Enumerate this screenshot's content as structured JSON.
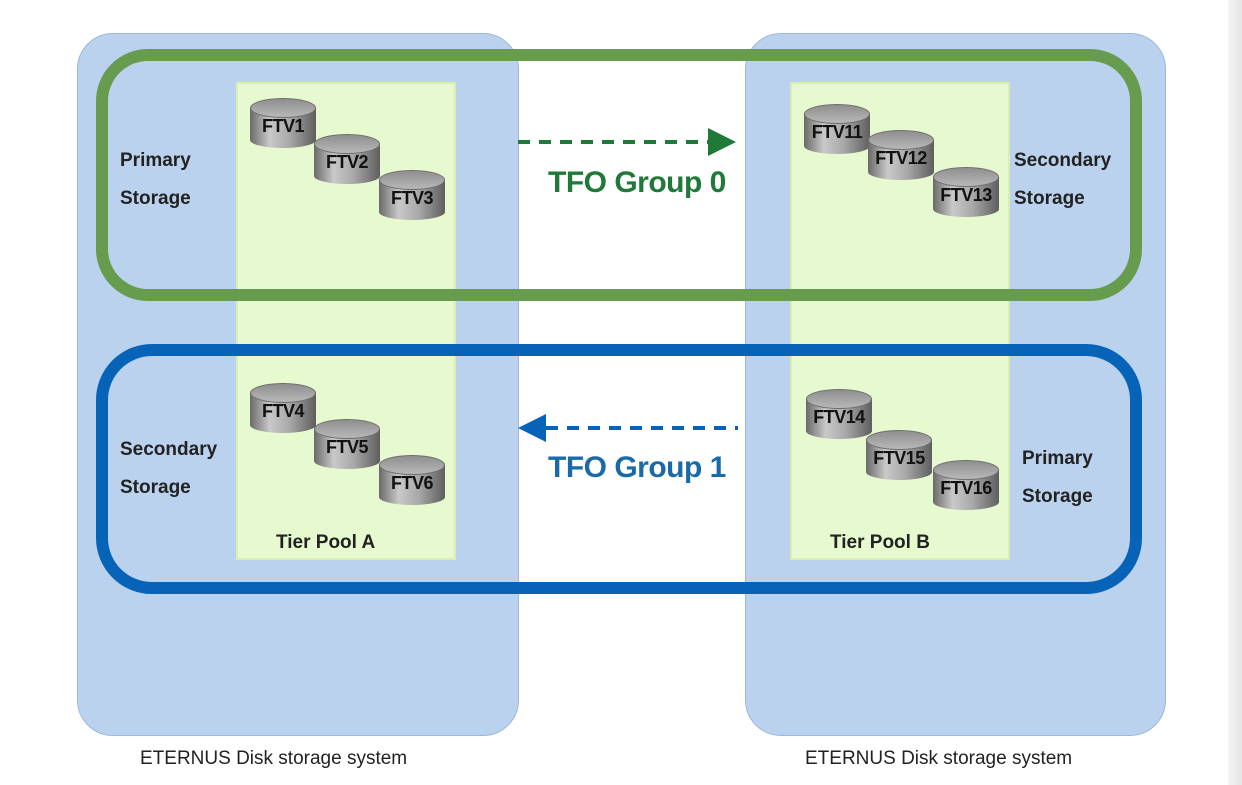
{
  "systems": [
    {
      "caption": "ETERNUS Disk storage system",
      "pool": "Tier Pool A"
    },
    {
      "caption": "ETERNUS Disk storage system",
      "pool": "Tier Pool B"
    }
  ],
  "groups": [
    {
      "label": "TFO Group 0",
      "color": "#679b4e",
      "left_role": "Primary\nStorage",
      "right_role": "Secondary\nStorage",
      "direction": "left-to-right"
    },
    {
      "label": "TFO Group 1",
      "color": "#0663b8",
      "left_role": "Secondary\nStorage",
      "right_role": "Primary\nStorage",
      "direction": "right-to-left"
    }
  ],
  "volumes": {
    "group0_left": [
      "FTV1",
      "FTV2",
      "FTV3"
    ],
    "group0_right": [
      "FTV11",
      "FTV12",
      "FTV13"
    ],
    "group1_left": [
      "FTV4",
      "FTV5",
      "FTV6"
    ],
    "group1_right": [
      "FTV14",
      "FTV15",
      "FTV16"
    ]
  },
  "icons": {
    "volume": "disk-cylinder-icon",
    "replication": "dashed-arrow-icon"
  }
}
